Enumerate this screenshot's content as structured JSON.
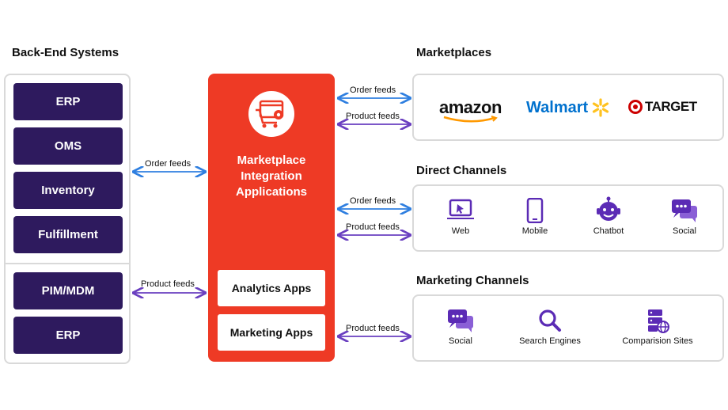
{
  "backend": {
    "heading": "Back-End Systems",
    "group1": [
      "ERP",
      "OMS",
      "Inventory",
      "Fulfillment"
    ],
    "group2": [
      "PIM/MDM",
      "ERP"
    ]
  },
  "center": {
    "title_lines": [
      "Marketplace",
      "Integration",
      "Applications"
    ],
    "apps": [
      "Analytics Apps",
      "Marketing Apps"
    ]
  },
  "feeds": {
    "order": "Order feeds",
    "product": "Product feeds"
  },
  "marketplaces": {
    "heading": "Marketplaces",
    "logos": [
      "amazon",
      "Walmart",
      "TARGET"
    ]
  },
  "direct": {
    "heading": "Direct Channels",
    "items": [
      "Web",
      "Mobile",
      "Chatbot",
      "Social"
    ]
  },
  "marketing": {
    "heading": "Marketing Channels",
    "items": [
      "Social",
      "Search Engines",
      "Comparision Sites"
    ]
  },
  "colors": {
    "dark_purple": "#2e1a5e",
    "center_red": "#ee3a25",
    "order_arrow": "#2f7fe0",
    "product_arrow": "#6a3fc0",
    "icon_purple": "#5b2bb5",
    "amazon_orange": "#ff9900",
    "walmart_blue": "#0071ce",
    "walmart_yellow": "#ffc220",
    "target_red": "#cc0000"
  }
}
